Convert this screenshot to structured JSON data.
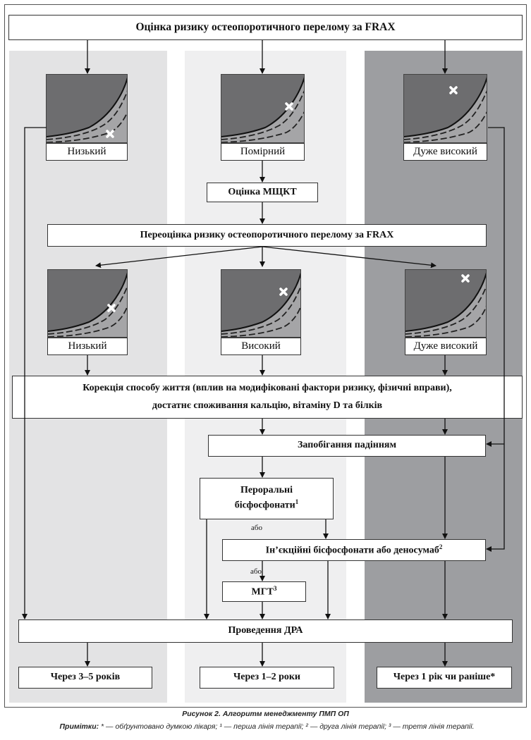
{
  "title": "Оцінка ризику остеопоротичного перелому за FRAX",
  "initial_risk": {
    "low": "Низький",
    "moderate": "Помірний",
    "very_high": "Дуже високий"
  },
  "bmd_assessment": "Оцінка МЩКТ",
  "reassessment": "Переоцінка ризику остеопоротичного перелому за FRAX",
  "reassessed_risk": {
    "low": "Низький",
    "high": "Високий",
    "very_high": "Дуже високий"
  },
  "lifestyle": {
    "line1": "Корекція способу життя (вплив на модифіковані фактори ризику, фізичні вправи),",
    "line2": "достатнє споживання кальцію, вітаміну D та білків"
  },
  "fall_prevention": "Запобігання падінням",
  "oral_bp": {
    "line1": "Пероральні",
    "line2": "бісфосфонати",
    "sup": "1"
  },
  "or_label_1": "або",
  "injectable": {
    "text": "Ін’єкційні бісфосфонати або деносумаб",
    "sup": "2"
  },
  "or_label_2": "або",
  "hrt": {
    "text": "МГТ",
    "sup": "3"
  },
  "dxa": "Проведення ДРА",
  "intervals": {
    "left": "Через 3–5 років",
    "mid": "Через 1–2 роки",
    "right": "Через 1 рік чи раніше*"
  },
  "caption": "Рисунок 2. Алгоритм менеджменту ПМП ОП",
  "notes": {
    "head": "Примітки:",
    "text": " * — обґрунтовано думкою лікаря; ¹ — перша лінія терапії; ² — друга лінія терапії; ³ — третя лінія терапії."
  },
  "colors": {
    "col_left": "#e3e3e4",
    "col_mid": "#efeff0",
    "col_right": "#9d9ea1",
    "chart_dark": "#6d6d6f",
    "chart_light": "#a5a5a7"
  },
  "icons": [
    "risk-chart-icon",
    "cross-marker-icon",
    "arrow-icon"
  ]
}
